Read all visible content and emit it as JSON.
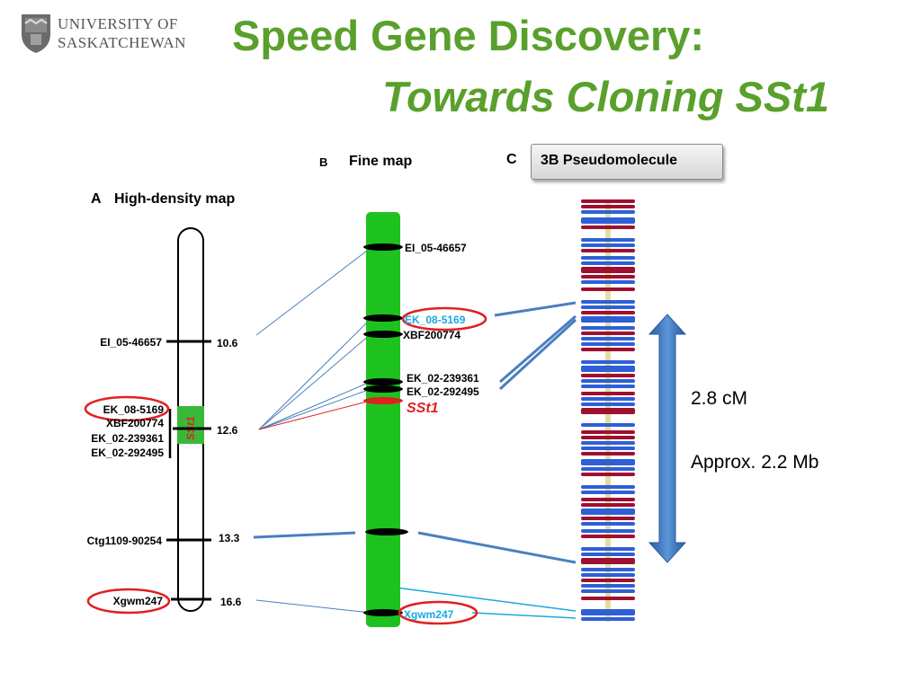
{
  "logo": {
    "line1": "UNIVERSITY OF",
    "line2": "SASKATCHEWAN",
    "icon": "shield-crest-icon"
  },
  "title": {
    "line1": "Speed Gene Discovery:",
    "line2": "Towards Cloning SSt1"
  },
  "panels": {
    "a": {
      "letter": "A",
      "label": "High-density map"
    },
    "b": {
      "letter": "B",
      "label": "Fine map"
    },
    "c": {
      "letter": "C",
      "label": "3B Pseudomolecule"
    }
  },
  "high_density_map": {
    "markers": [
      {
        "name": "EI_05-46657",
        "pos": "10.6"
      },
      {
        "name": "EK_08-5169",
        "pos": ""
      },
      {
        "name": "XBF200774",
        "pos": ""
      },
      {
        "name": "EK_02-239361",
        "pos": ""
      },
      {
        "name": "EK_02-292495",
        "pos": "12.6"
      },
      {
        "name": "Ctg1109-90254",
        "pos": "13.3"
      },
      {
        "name": "Xgwm247",
        "pos": "16.6"
      }
    ],
    "gene_label": "SSt1"
  },
  "fine_map": {
    "markers": [
      "EI_05-46657",
      "EK_08-5169",
      "XBF200774",
      "EK_02-239361",
      "EK_02-292495",
      "SSt1",
      "Xgwm247"
    ]
  },
  "side_notes": {
    "distance": "2.8 cM",
    "size": "Approx. 2.2 Mb"
  },
  "colors": {
    "title_green": "#5aa02c",
    "chromosome_green": "#1ec21e",
    "highlight_red": "#e02020",
    "cyan": "#1aa8e0",
    "pseudo_blue": "#2e5fd6",
    "pseudo_red": "#9e1030"
  }
}
